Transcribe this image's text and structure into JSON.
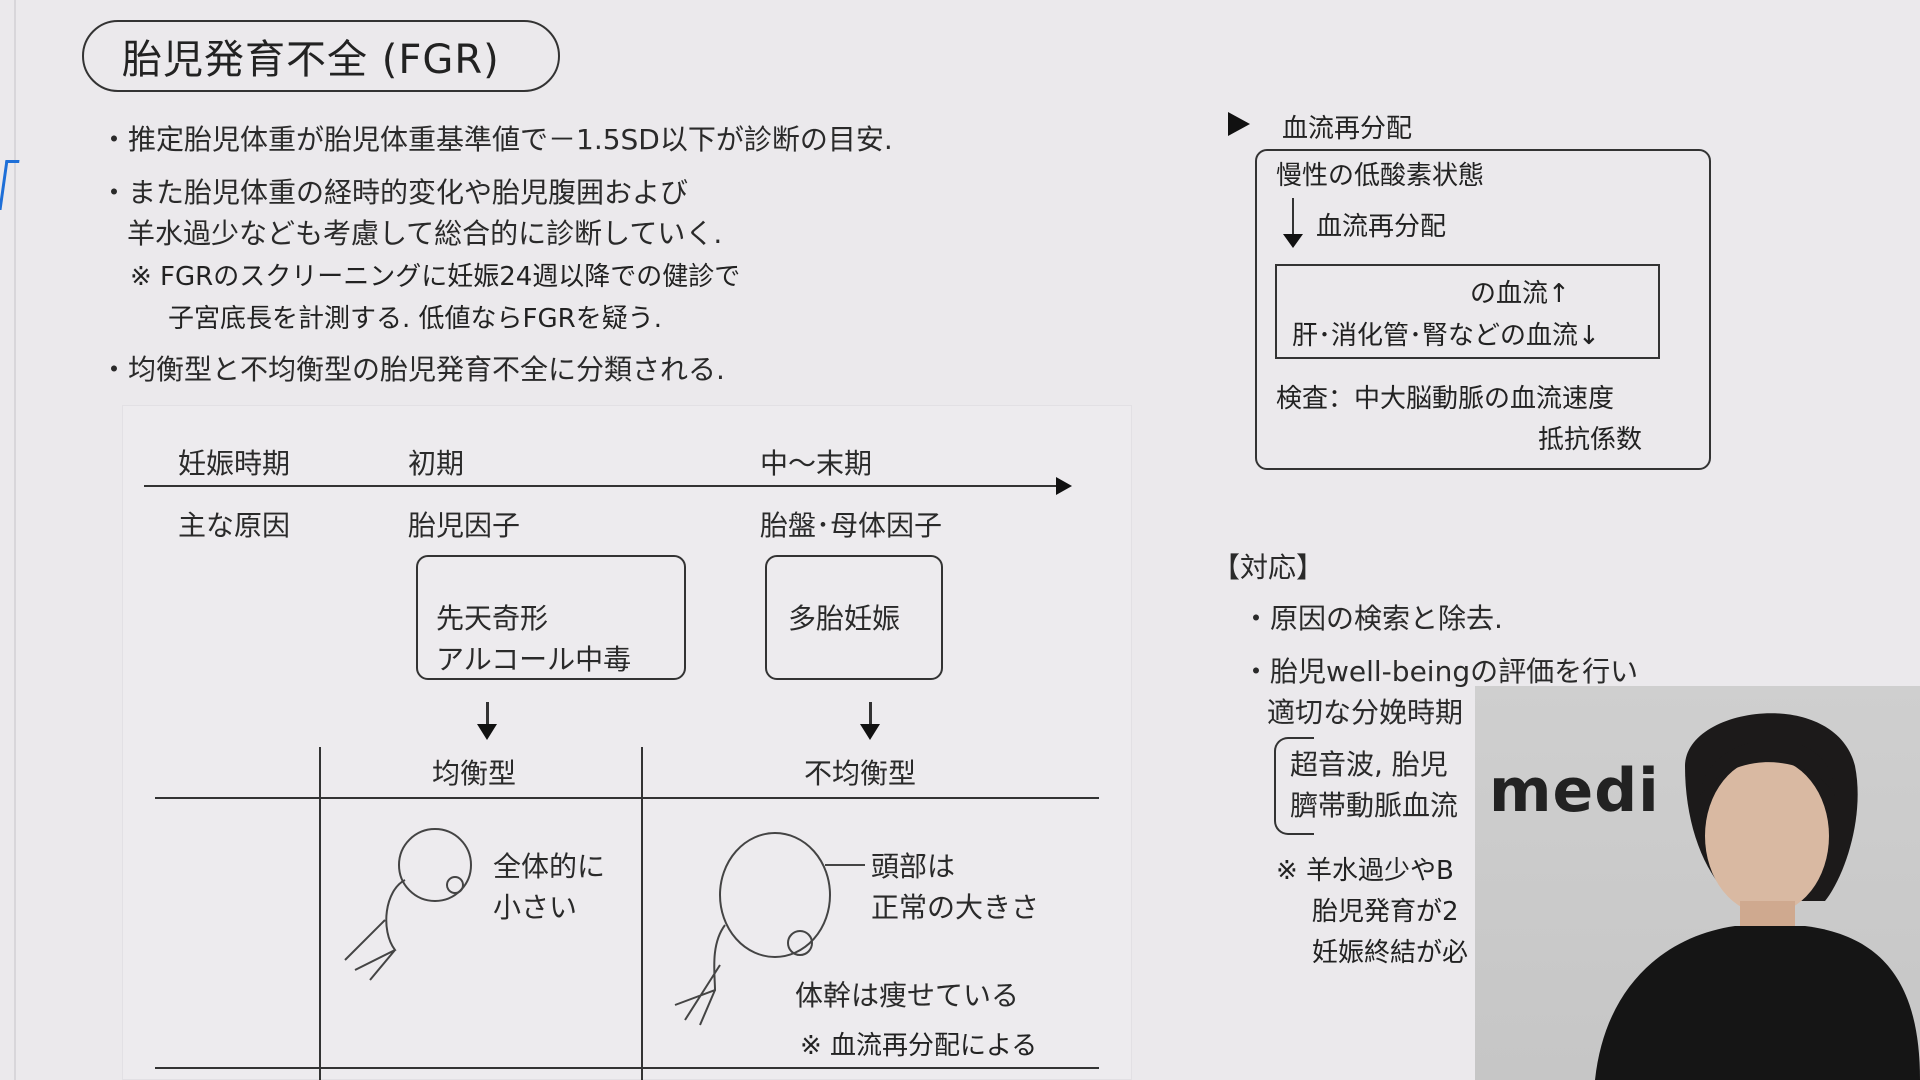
{
  "title": "胎児発育不全 (FGR)",
  "bullets": {
    "b1": "・推定胎児体重が胎児体重基準値で－1.5SD以下が診断の目安.",
    "b2a": "・また胎児体重の経時的変化や胎児腹囲および",
    "b2b": "羊水過少なども考慮して総合的に診断していく.",
    "note1": "※ FGRのスクリーニングに妊娠24週以降での健診で",
    "note2": "子宮底長を計測する. 低値ならFGRを疑う.",
    "b3": "・均衡型と不均衡型の胎児発育不全に分類される."
  },
  "diagram": {
    "period_label": "妊娠時期",
    "early": "初期",
    "mid_late": "中～末期",
    "cause_label": "主な原因",
    "fetal_factor": "胎児因子",
    "placental_factor": "胎盤･母体因子",
    "fetal_causes": [
      "先天奇形",
      "アルコール中毒"
    ],
    "placental_causes": [
      "多胎妊娠"
    ],
    "symmetric": "均衡型",
    "asymmetric": "不均衡型",
    "sym_desc": [
      "全体的に",
      "小さい"
    ],
    "asym_head": [
      "頭部は",
      "正常の大きさ"
    ],
    "asym_trunk": "体幹は痩せている",
    "asym_note": "※ 血流再分配による"
  },
  "right": {
    "heading": "血流再分配",
    "chronic": "慢性の低酸素状態",
    "redistribution": "血流再分配",
    "box1": "の血流↑",
    "box2": "肝･消化管･腎などの血流↓",
    "exam": "検査：中大脳動脈の血流速度",
    "exam2": "抵抗係数",
    "response_heading": "【対応】",
    "r1": "・原因の検索と除去.",
    "r2a": "・胎児well-beingの評価を行い",
    "r2b": "適切な分娩時期",
    "r3a": "超音波, 胎児",
    "r3b": "臍帯動脈血流",
    "n1": "※ 羊水過少やB",
    "n2": "胎児発育が2",
    "n3": "妊娠終結が必"
  },
  "webcam": {
    "logo": "medi"
  }
}
